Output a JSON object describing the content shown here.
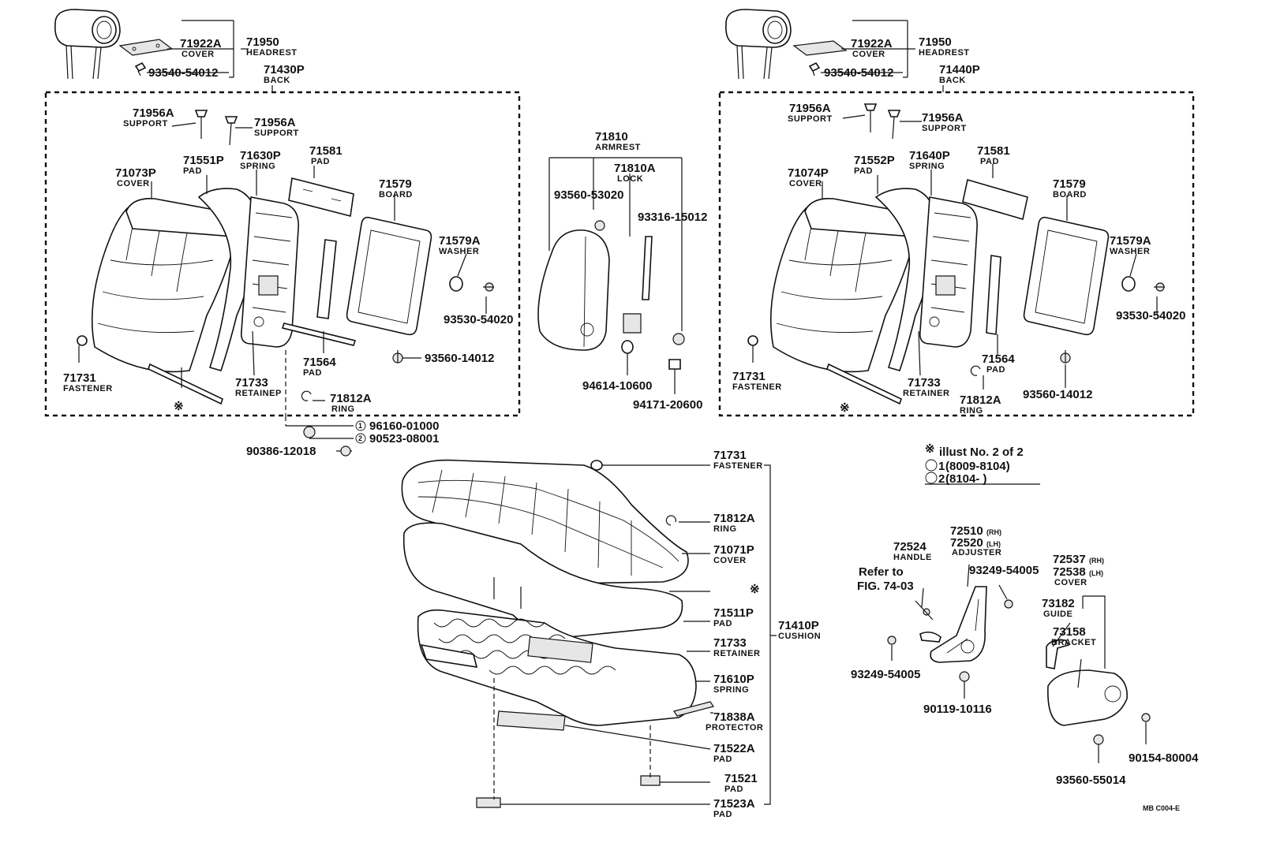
{
  "labels": {
    "l01": {
      "pn": "71922A",
      "nm": "COVER"
    },
    "l02": {
      "pn": "71950",
      "nm": "HEADREST"
    },
    "l03": {
      "pn": "93540-54012",
      "nm": ""
    },
    "l04": {
      "pn": "71430P",
      "nm": "BACK"
    },
    "l05": {
      "pn": "71956A",
      "nm": "SUPPORT"
    },
    "l06": {
      "pn": "71956A",
      "nm": "SUPPORT"
    },
    "l07": {
      "pn": "71551P",
      "nm": "PAD"
    },
    "l08": {
      "pn": "71630P",
      "nm": "SPRING"
    },
    "l09": {
      "pn": "71581",
      "nm": "PAD"
    },
    "l10": {
      "pn": "71073P",
      "nm": "COVER"
    },
    "l11": {
      "pn": "71579",
      "nm": "BOARD"
    },
    "l12": {
      "pn": "71579A",
      "nm": "WASHER"
    },
    "l13": {
      "pn": "93530-54020",
      "nm": ""
    },
    "l14": {
      "pn": "93560-14012",
      "nm": ""
    },
    "l15": {
      "pn": "71564",
      "nm": "PAD"
    },
    "l16": {
      "pn": "71731",
      "nm": "FASTENER"
    },
    "l17": {
      "pn": "71733",
      "nm": "RETAINEP"
    },
    "l18": {
      "pn": "71812A",
      "nm": "RING"
    },
    "l19": {
      "pn": "96160-01000",
      "nm": ""
    },
    "l20": {
      "pn": "90523-08001",
      "nm": ""
    },
    "l21": {
      "pn": "90386-12018",
      "nm": ""
    },
    "l22": {
      "pn": "71810",
      "nm": "ARMREST"
    },
    "l23": {
      "pn": "71810A",
      "nm": "LOCK"
    },
    "l24": {
      "pn": "93560-53020",
      "nm": ""
    },
    "l25": {
      "pn": "93316-15012",
      "nm": ""
    },
    "l26": {
      "pn": "94614-10600",
      "nm": ""
    },
    "l27": {
      "pn": "94171-20600",
      "nm": ""
    },
    "r01": {
      "pn": "71922A",
      "nm": "COVER"
    },
    "r02": {
      "pn": "71950",
      "nm": "HEADREST"
    },
    "r03": {
      "pn": "93540-54012",
      "nm": ""
    },
    "r04": {
      "pn": "71440P",
      "nm": "BACK"
    },
    "r05": {
      "pn": "71956A",
      "nm": "SUPPORT"
    },
    "r06": {
      "pn": "71956A",
      "nm": "SUPPORT"
    },
    "r07": {
      "pn": "71552P",
      "nm": "PAD"
    },
    "r08": {
      "pn": "71640P",
      "nm": "SPRING"
    },
    "r09": {
      "pn": "71581",
      "nm": "PAD"
    },
    "r10": {
      "pn": "71074P",
      "nm": "COVER"
    },
    "r11": {
      "pn": "71579",
      "nm": "BOARD"
    },
    "r12": {
      "pn": "71579A",
      "nm": "WASHER"
    },
    "r13": {
      "pn": "93530-54020",
      "nm": ""
    },
    "r14": {
      "pn": "71564",
      "nm": "PAD"
    },
    "r15": {
      "pn": "71731",
      "nm": "FASTENER"
    },
    "r16": {
      "pn": "71733",
      "nm": "RETAINER"
    },
    "r17": {
      "pn": "71812A",
      "nm": "RING"
    },
    "r18": {
      "pn": "93560-14012",
      "nm": ""
    },
    "c01": {
      "pn": "71731",
      "nm": "FASTENER"
    },
    "c02": {
      "pn": "71812A",
      "nm": "RING"
    },
    "c03": {
      "pn": "71071P",
      "nm": "COVER"
    },
    "c04": {
      "pn": "71511P",
      "nm": "PAD"
    },
    "c05": {
      "pn": "71410P",
      "nm": "CUSHION"
    },
    "c06": {
      "pn": "71733",
      "nm": "RETAINER"
    },
    "c07": {
      "pn": "71610P",
      "nm": "SPRING"
    },
    "c08": {
      "pn": "71838A",
      "nm": "PROTECTOR"
    },
    "c09": {
      "pn": "71522A",
      "nm": "PAD"
    },
    "c10": {
      "pn": "71521",
      "nm": "PAD"
    },
    "c11": {
      "pn": "71523A",
      "nm": "PAD"
    },
    "a01": {
      "pn": "72524",
      "nm": "HANDLE"
    },
    "a02": {
      "pn": "72510",
      "nm": ""
    },
    "a03": {
      "pn": "72520",
      "nm": "ADJUSTER"
    },
    "a04": {
      "pn": "93249-54005",
      "nm": ""
    },
    "a05": {
      "pn": "72537",
      "nm": ""
    },
    "a06": {
      "pn": "72538",
      "nm": "COVER"
    },
    "a07": {
      "pn": "73182",
      "nm": "GUIDE"
    },
    "a08": {
      "pn": "73158",
      "nm": "BRACKET"
    },
    "a09": {
      "pn": "93249-54005",
      "nm": ""
    },
    "a10": {
      "pn": "90119-10116",
      "nm": ""
    },
    "a11": {
      "pn": "90154-80004",
      "nm": ""
    },
    "a12": {
      "pn": "93560-55014",
      "nm": ""
    }
  },
  "suffix": {
    "rh": "(RH)",
    "lh": "(LH)"
  },
  "refer": {
    "line1": "Refer to",
    "line2": "FIG. 74-03"
  },
  "legend": {
    "mark": "※",
    "line1": "illust No. 2 of 2",
    "line2": "(8009-8104)",
    "line3": "(8104-        )",
    "n1": "1",
    "n2": "2"
  },
  "marks": {
    "ast": "※",
    "c1": "1",
    "c2": "2"
  },
  "code": "MB C004-E"
}
